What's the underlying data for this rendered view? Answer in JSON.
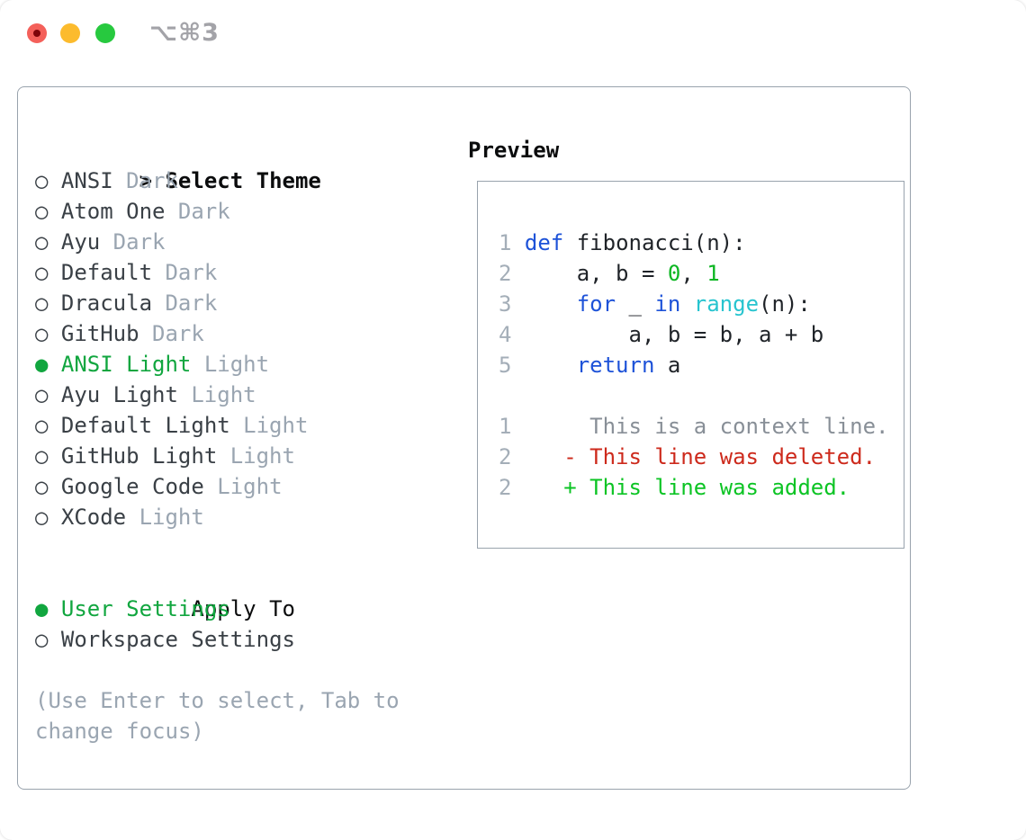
{
  "window": {
    "title": "⌥⌘3"
  },
  "icons": {
    "radio_unselected": "○",
    "radio_selected": "●",
    "prompt": ">"
  },
  "theme_selector": {
    "prompt": ">",
    "heading": "Select Theme",
    "themes": [
      {
        "name": "ANSI",
        "tag": "Dark",
        "selected": false
      },
      {
        "name": "Atom One",
        "tag": "Dark",
        "selected": false
      },
      {
        "name": "Ayu",
        "tag": "Dark",
        "selected": false
      },
      {
        "name": "Default",
        "tag": "Dark",
        "selected": false
      },
      {
        "name": "Dracula",
        "tag": "Dark",
        "selected": false
      },
      {
        "name": "GitHub",
        "tag": "Dark",
        "selected": false
      },
      {
        "name": "ANSI Light",
        "tag": "Light",
        "selected": true
      },
      {
        "name": "Ayu Light",
        "tag": "Light",
        "selected": false
      },
      {
        "name": "Default Light",
        "tag": "Light",
        "selected": false
      },
      {
        "name": "GitHub Light",
        "tag": "Light",
        "selected": false
      },
      {
        "name": "Google Code",
        "tag": "Light",
        "selected": false
      },
      {
        "name": "XCode",
        "tag": "Light",
        "selected": false
      }
    ]
  },
  "apply_to": {
    "heading": "Apply To",
    "options": [
      {
        "label": "User Settings",
        "selected": true
      },
      {
        "label": "Workspace Settings",
        "selected": false
      }
    ]
  },
  "help_text": "(Use Enter to select, Tab to change focus)",
  "preview": {
    "heading": "Preview",
    "lines": [
      {
        "kind": "blank",
        "tokens": []
      },
      {
        "kind": "code",
        "tokens": [
          {
            "t": "1 ",
            "c": "num"
          },
          {
            "t": "def",
            "c": "blue"
          },
          {
            "t": " fibonacci(n):",
            "c": "fg"
          }
        ]
      },
      {
        "kind": "code",
        "tokens": [
          {
            "t": "2 ",
            "c": "num"
          },
          {
            "t": "    a, b = ",
            "c": "fg"
          },
          {
            "t": "0",
            "c": "green"
          },
          {
            "t": ", ",
            "c": "fg"
          },
          {
            "t": "1",
            "c": "green"
          }
        ]
      },
      {
        "kind": "code",
        "tokens": [
          {
            "t": "3 ",
            "c": "num"
          },
          {
            "t": "    ",
            "c": "fg"
          },
          {
            "t": "for",
            "c": "blue"
          },
          {
            "t": " _ ",
            "c": "fg"
          },
          {
            "t": "in",
            "c": "blue"
          },
          {
            "t": " ",
            "c": "fg"
          },
          {
            "t": "range",
            "c": "cyan"
          },
          {
            "t": "(n):",
            "c": "fg"
          }
        ]
      },
      {
        "kind": "code",
        "tokens": [
          {
            "t": "4 ",
            "c": "num"
          },
          {
            "t": "        a, b = b, a + b",
            "c": "fg"
          }
        ]
      },
      {
        "kind": "code",
        "tokens": [
          {
            "t": "5 ",
            "c": "num"
          },
          {
            "t": "    ",
            "c": "fg"
          },
          {
            "t": "return",
            "c": "blue"
          },
          {
            "t": " a",
            "c": "fg"
          }
        ]
      },
      {
        "kind": "blank",
        "tokens": []
      },
      {
        "kind": "context",
        "tokens": [
          {
            "t": "1",
            "c": "num"
          },
          {
            "t": "      This is a context line.",
            "c": "context"
          }
        ]
      },
      {
        "kind": "deleted",
        "tokens": [
          {
            "t": "2",
            "c": "num"
          },
          {
            "t": "    ",
            "c": "fg"
          },
          {
            "t": "- This line was deleted.",
            "c": "red"
          }
        ]
      },
      {
        "kind": "added",
        "tokens": [
          {
            "t": "2",
            "c": "num"
          },
          {
            "t": "    ",
            "c": "fg"
          },
          {
            "t": "+ This line was added.",
            "c": "added"
          }
        ]
      }
    ]
  },
  "colors": {
    "accent_green": "#11a63f",
    "code_blue": "#1d52d8",
    "code_green": "#0cb622",
    "code_cyan": "#27c4cf",
    "diff_red": "#cd2a1c",
    "diff_green": "#0cc424",
    "muted_gray": "#9aa5b1",
    "line_number_gray": "#a4aeb8",
    "context_gray": "#888f97",
    "code_fg": "#1f2328",
    "name_fg": "#3a4046",
    "border_gray": "#99a3ad",
    "title_gray": "#a3a3a8",
    "traffic_red": "#f4605a",
    "traffic_red_dot": "#7e0409",
    "traffic_yellow": "#fcbb2d",
    "traffic_green": "#27c93f"
  }
}
